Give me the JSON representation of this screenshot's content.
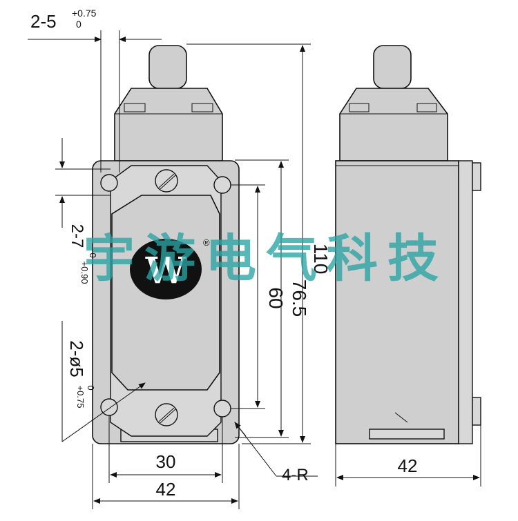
{
  "dimensions": {
    "slot_width": "2-5",
    "slot_tol_upper": "+0.75",
    "slot_tol_lower": "0",
    "slot_height": "2-7",
    "slot_height_tol_upper": "+0.90",
    "slot_height_tol_lower": "0",
    "hole_dia": "2-ø5",
    "hole_tol_upper": "+0.75",
    "hole_tol_lower": "0",
    "overall_height": "110",
    "mount_height": "76.5",
    "hole_spacing_v": "60",
    "hole_spacing_h": "30",
    "front_width": "42",
    "side_width": "42",
    "corner_radius": "4-R"
  },
  "logo": {
    "mark": "W",
    "registered": "®"
  },
  "watermark": {
    "text": "宇游电气科技",
    "color": "#2aa3a3"
  }
}
